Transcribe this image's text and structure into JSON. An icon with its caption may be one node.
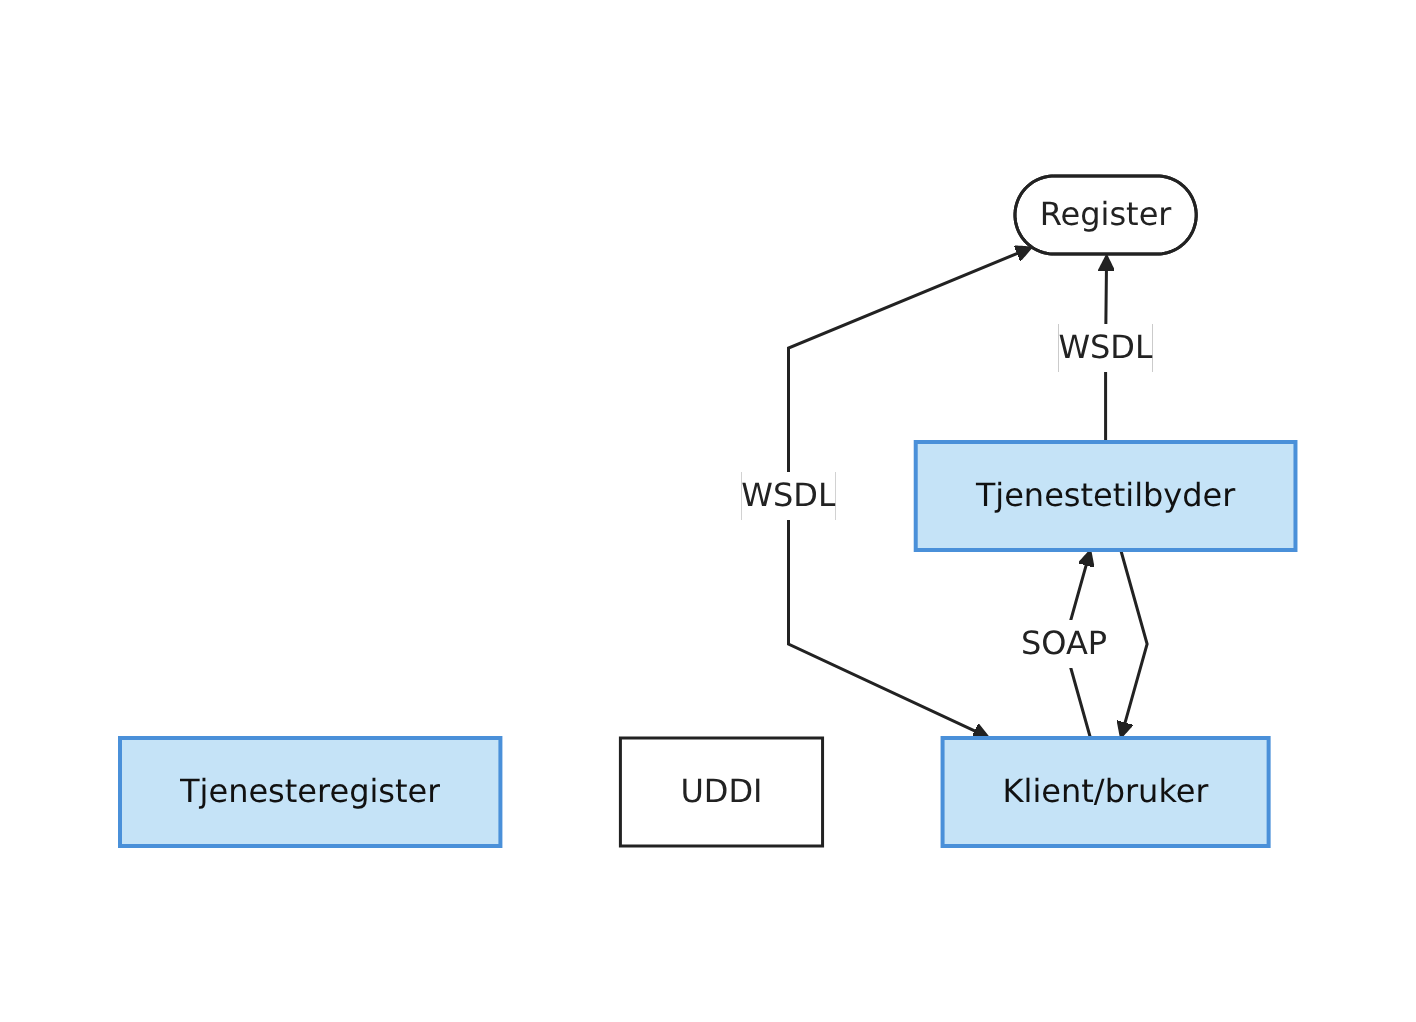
{
  "diagram": {
    "nodes": [
      {
        "text": [
          "Tjenesteregister"
        ]
      },
      {
        "text": [
          "Register"
        ]
      },
      {
        "text": [
          "UDDI"
        ]
      },
      {
        "text": [
          "Klient/bruker"
        ]
      },
      {
        "text": [
          "Tjenestetilbyder"
        ]
      }
    ],
    "edges": [
      {
        "from": 3,
        "to": 1,
        "arrow": "both",
        "label": "WSDL"
      },
      {
        "from": 4,
        "to": 1,
        "arrow": "to",
        "label": "WSDL"
      },
      {
        "from": 3,
        "to": 4,
        "arrow": "to",
        "label": "SOAP"
      },
      {
        "from": 4,
        "to": 3,
        "arrow": "to"
      }
    ]
  }
}
